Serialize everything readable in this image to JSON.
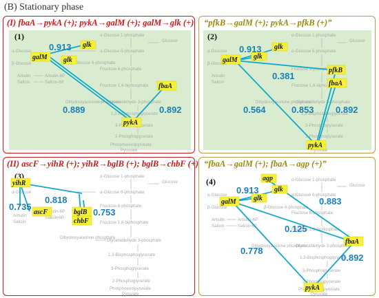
{
  "header": "(B) Stationary phase",
  "colors": {
    "edge": "#12a9c9",
    "value_text": "#1a7fb8",
    "gene_highlight": "#f5f03a",
    "title_red": "#d01818",
    "title_olive": "#9c8a10",
    "panel_bg_green": "#d9ecd0",
    "border_red": "#c81818",
    "border_olive": "#b89a4a"
  },
  "panels": {
    "p1": {
      "label": "(I)",
      "title": "fbaA→pykA (+); pykA→galM (+); galM→glk (+)",
      "num": "(1)",
      "genes": {
        "glk": "glk",
        "galM": "galM",
        "glk2": "glk",
        "fbaA": "fbaA",
        "pykA": "pykA"
      },
      "values": {
        "v1": "0.913",
        "v2": "0.889",
        "v3": "0.892"
      }
    },
    "p2": {
      "title": "“pfkB→galM (+); pykA→pfkB (+)”",
      "num": "(2)",
      "genes": {
        "glk": "glk",
        "galM": "galM",
        "glk2": "glk",
        "pfkB": "pfkB",
        "fbaA": "fbaA",
        "pykA": "pykA"
      },
      "values": {
        "v1": "0.913",
        "v2": "0.381",
        "v3": "0.564",
        "v4": "0.853",
        "v5": "0.892"
      }
    },
    "p3": {
      "label": "(II)",
      "title": "ascF→yihR (+); yihR→bglB (+); bglB→chbF (+)",
      "num": "(3)",
      "genes": {
        "yihR": "yihR",
        "ascF": "ascF",
        "bglB": "bglB",
        "chbF": "chbF"
      },
      "values": {
        "v1": "0.818",
        "v2": "0.735",
        "v3": "0.753"
      }
    },
    "p4": {
      "title": "“fbaA→galM (+); fbaA→agp (+)”",
      "num": "(4)",
      "genes": {
        "agp": "agp",
        "glk": "glk",
        "galM": "galM",
        "glk2": "glk",
        "fbaA": "fbaA",
        "pykA": "pykA"
      },
      "values": {
        "v1": "0.913",
        "v2": "0.883",
        "v3": "0.125",
        "v4": "0.778",
        "v5": "0.892"
      }
    }
  },
  "background": {
    "a_glucose_1p": "α-Glucose 1-phosphate",
    "glucose": "Glucose",
    "a_glucose": "α-Glucose",
    "b_glucose": "β-Glucose",
    "b_glucose_6p": "β-Glucose 6-phosphate",
    "a_glucose_6p": "α-Glucose 6-phosphate",
    "fructose_6p": "Fructose 6-phosphate",
    "fructose_16bp": "Fructose 1,6-biphosphate",
    "arbutin": "Arbutin",
    "salicin": "Salicin",
    "arbutin_6p": "Arbutin-6P",
    "salicin_6p": "Salicin-6P",
    "dhap": "Dihydroxyacetone phosphate",
    "gap": "Glyceraldehyde 3-phosphate",
    "bpg": "1,3-Bisphosphoglycerate",
    "pg3": "3-Phosphoglycerate",
    "pg2": "2-Phosphoglycerate",
    "pep": "Phosphoenolpyruvate",
    "pyruvate": "Pyruvate"
  }
}
